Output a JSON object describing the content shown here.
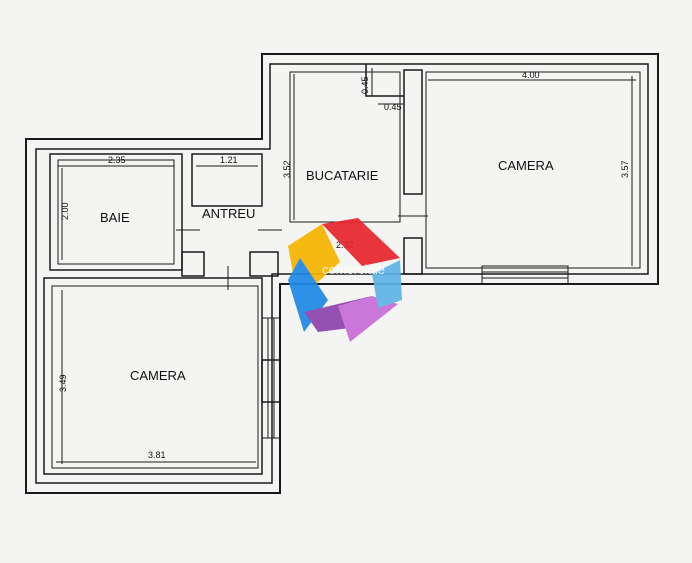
{
  "rooms": {
    "baie": "BAIE",
    "antreu": "ANTREU",
    "bucatarie": "BUCATARIE",
    "camera_right": "CAMERA",
    "camera_left": "CAMERA"
  },
  "dimensions": {
    "baie_width": "2.35",
    "antreu_width": "1.21",
    "baie_height": "2.00",
    "bucatarie_height": "3.52",
    "niche_h": "0.45",
    "niche_w": "0.45",
    "camera_right_width": "4.00",
    "camera_right_height": "3.57",
    "camera_left_height": "3.49",
    "camera_left_width": "3.81",
    "bucatarie_width": "2.32"
  },
  "watermark": {
    "text": "comerciale",
    "colors": [
      "#e8242c",
      "#f7b500",
      "#1e88e5",
      "#8e44ad",
      "#c86dd7",
      "#5fb3e6"
    ]
  }
}
